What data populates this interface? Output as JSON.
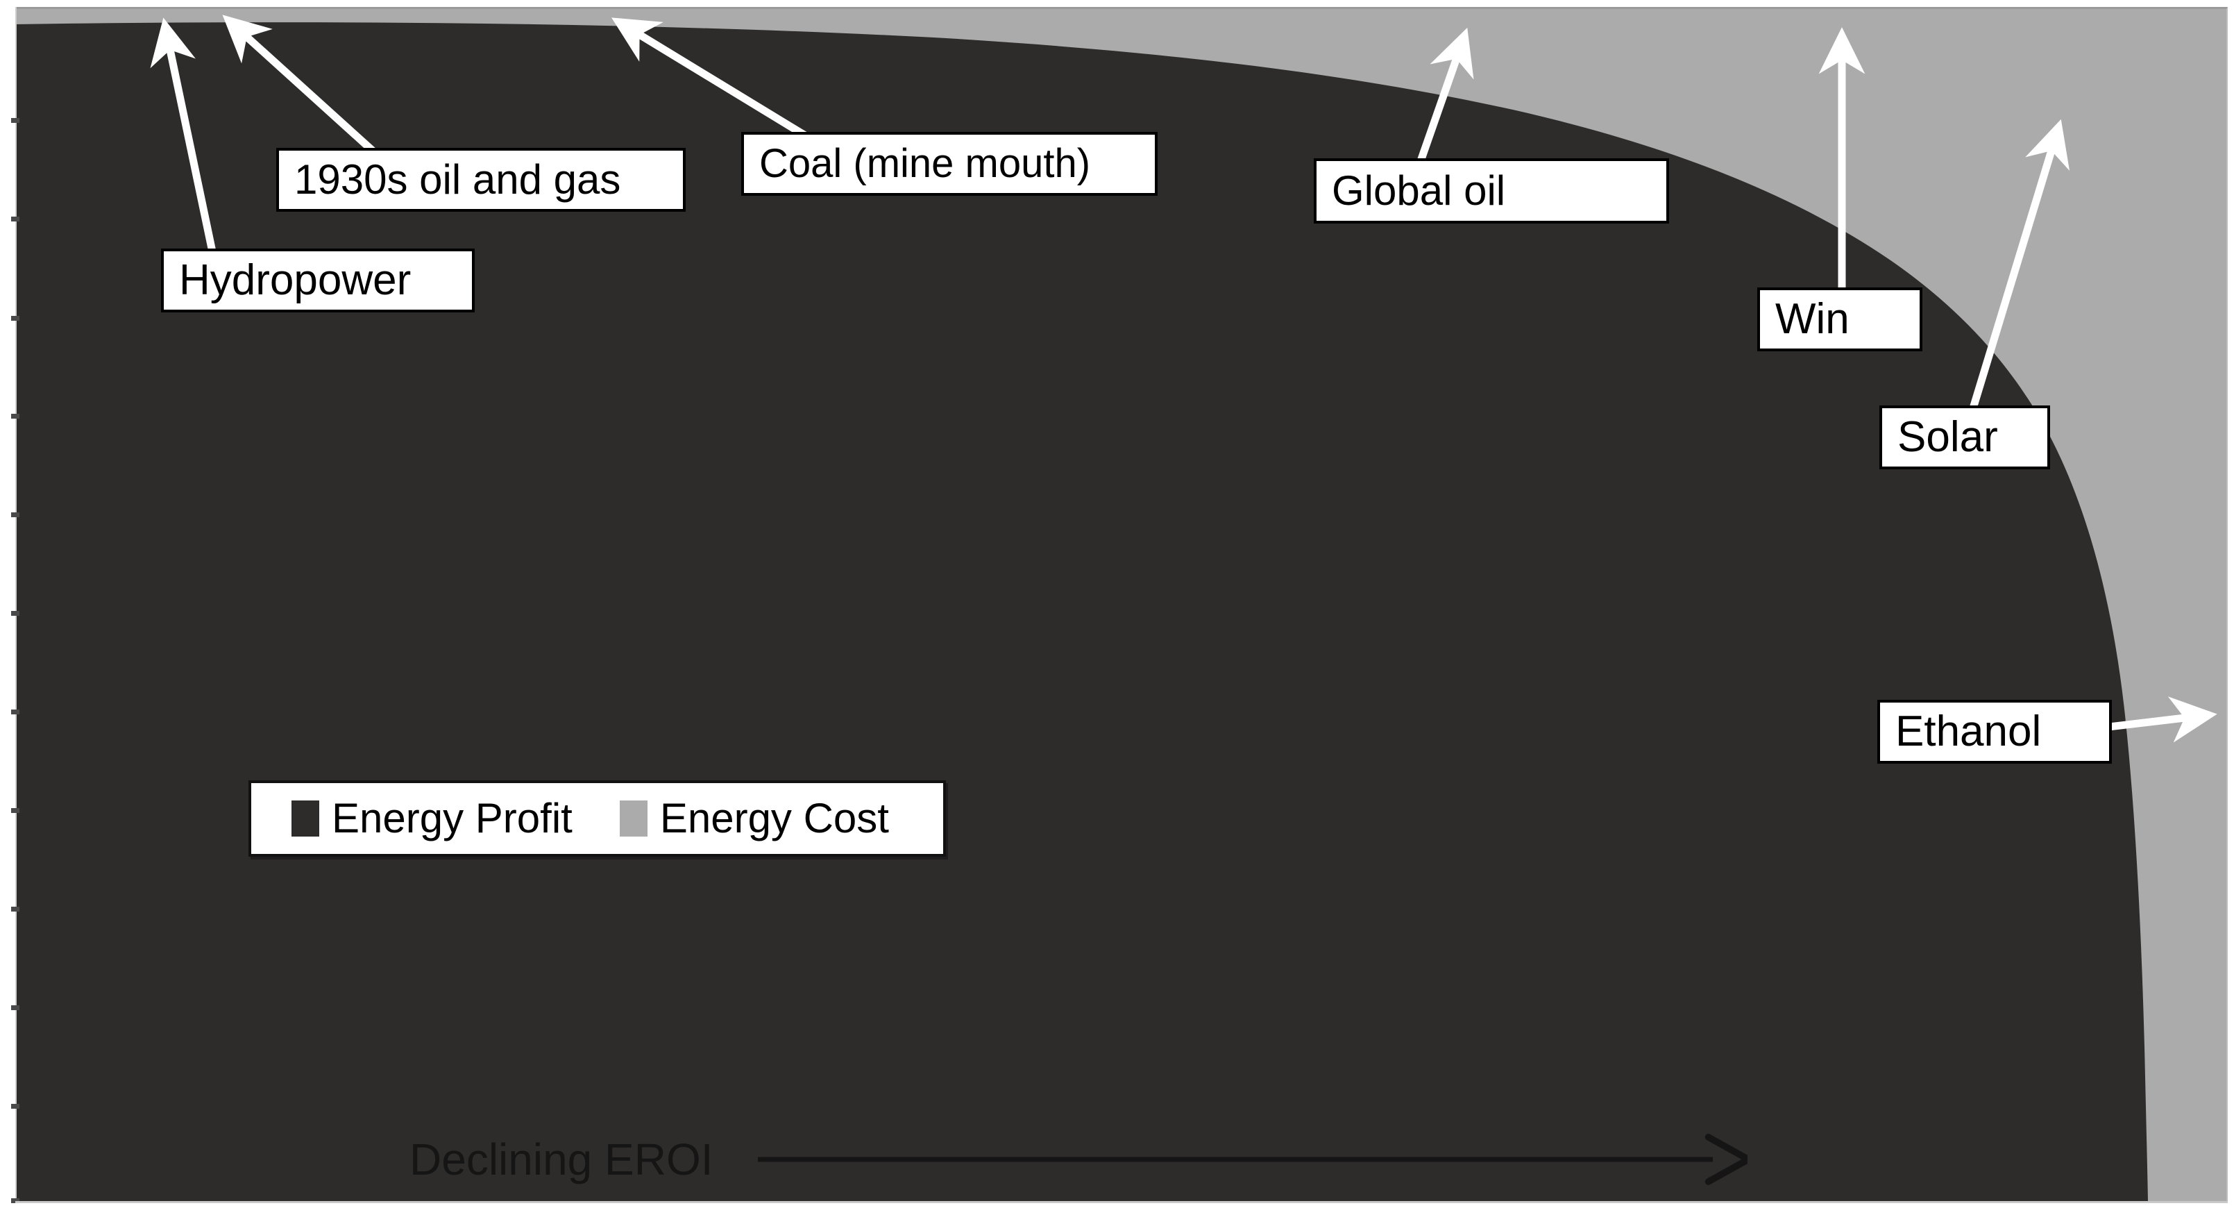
{
  "chart_data": {
    "type": "area",
    "title": "",
    "xlabel": "Declining EROI",
    "ylabel": "",
    "grid": false,
    "legend_position": "inside-lower-left",
    "description": "Stacked area showing Energy Profit (dark) shrinking and Energy Cost (grey) growing as EROI declines from left to right.",
    "series": [
      {
        "name": "Energy Profit",
        "color": "#2E2C2B"
      },
      {
        "name": "Energy Cost",
        "color": "#ABABAB"
      }
    ],
    "x": [
      0,
      10,
      20,
      30,
      40,
      50,
      60,
      70,
      80,
      85,
      90,
      93,
      96,
      98,
      100
    ],
    "energy_cost_pct": [
      1.3,
      1.4,
      1.6,
      1.9,
      2.3,
      3.0,
      4.2,
      6.2,
      11.0,
      16.0,
      24.0,
      33.0,
      48.0,
      70.0,
      100.0
    ],
    "energy_profit_pct": [
      98.7,
      98.6,
      98.4,
      98.1,
      97.7,
      97.0,
      95.8,
      93.8,
      89.0,
      84.0,
      76.0,
      67.0,
      52.0,
      30.0,
      0.0
    ],
    "annotations": [
      {
        "label": "Hydropower",
        "target_x_pct": 3.5
      },
      {
        "label": "1930s oil and gas",
        "target_x_pct": 5.2
      },
      {
        "label": "Coal (mine mouth)",
        "target_x_pct": 13.8
      },
      {
        "label": "Global oil",
        "target_x_pct": 32.0
      },
      {
        "label": "Win",
        "target_x_pct": 40.5
      },
      {
        "label": "Solar",
        "target_x_pct": 45.5
      },
      {
        "label": "Ethanol",
        "target_x_pct": 98.5
      }
    ]
  },
  "colors": {
    "energy_profit": "#2E2C2B",
    "energy_cost": "#ABABAB",
    "callout_fill": "#FFFFFF",
    "callout_border": "#000000",
    "arrow": "#FFFFFF",
    "eroi_arrow": "#151515"
  },
  "legend": {
    "items": [
      {
        "label": "Energy Profit",
        "swatch_color": "#2E2C2B"
      },
      {
        "label": "Energy Cost",
        "swatch_color": "#ABABAB"
      }
    ]
  },
  "axis": {
    "x_note": "Declining EROI",
    "tick_count": 12
  },
  "callouts": {
    "hydropower": "Hydropower",
    "oil_and_gas_1930s": "1930s oil and gas",
    "coal_mine_mouth": "Coal (mine mouth)",
    "global_oil": "Global oil",
    "wind": "Win",
    "solar": "Solar",
    "ethanol": "Ethanol"
  }
}
